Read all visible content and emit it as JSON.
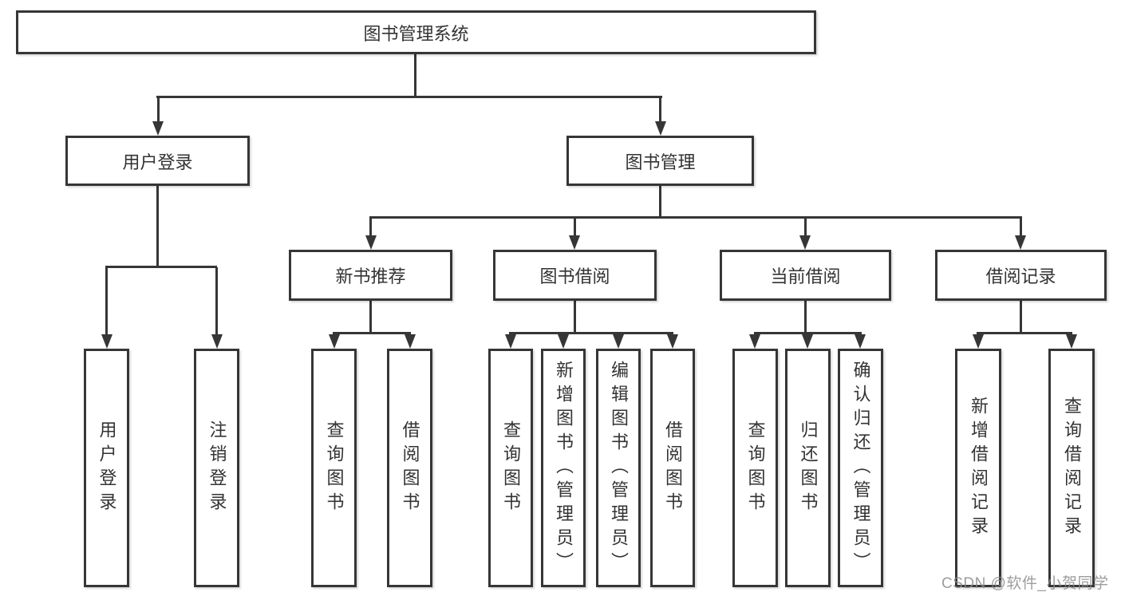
{
  "tree": {
    "label": "图书管理系统",
    "children": [
      {
        "label": "用户登录",
        "children": [
          {
            "label": "用户登录"
          },
          {
            "label": "注销登录"
          }
        ]
      },
      {
        "label": "图书管理",
        "children": [
          {
            "label": "新书推荐",
            "children": [
              {
                "label": "查询图书"
              },
              {
                "label": "借阅图书"
              }
            ]
          },
          {
            "label": "图书借阅",
            "children": [
              {
                "label": "查询图书"
              },
              {
                "label": "新增图书（管理员）"
              },
              {
                "label": "编辑图书（管理员）"
              },
              {
                "label": "借阅图书"
              }
            ]
          },
          {
            "label": "当前借阅",
            "children": [
              {
                "label": "查询图书"
              },
              {
                "label": "归还图书"
              },
              {
                "label": "确认归还（管理员）"
              }
            ]
          },
          {
            "label": "借阅记录",
            "children": [
              {
                "label": "新增借阅记录"
              },
              {
                "label": "查询借阅记录"
              }
            ]
          }
        ]
      }
    ]
  },
  "watermark": {
    "text": "CSDN @软件_小贺同学"
  },
  "colors": {
    "line": "#363636",
    "text": "#333333",
    "background": "#ffffff",
    "watermark": "#8c8c8c"
  }
}
